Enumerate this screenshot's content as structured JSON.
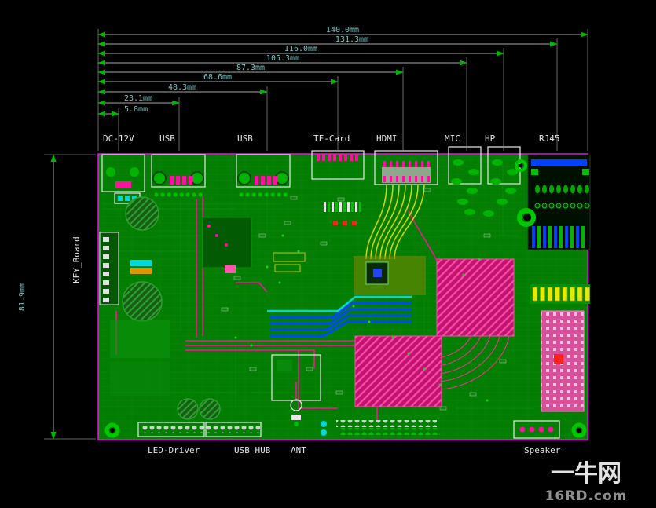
{
  "dimensions": {
    "top": [
      "140.0mm",
      "131.3mm",
      "116.0mm",
      "105.3mm",
      "87.3mm",
      "68.6mm",
      "48.3mm",
      "23.1mm",
      "5.8mm"
    ],
    "left": "81.9mm"
  },
  "connectors": {
    "top": [
      "DC-12V",
      "USB",
      "USB",
      "TF-Card",
      "HDMI",
      "MIC",
      "HP",
      "RJ45"
    ],
    "bottom": [
      "LED-Driver",
      "USB_HUB",
      "ANT",
      "Speaker"
    ],
    "left": "KEY_Board"
  },
  "watermark": {
    "brand": "一牛网",
    "site": "16RD.com"
  },
  "colors": {
    "background": "#000000",
    "board_green": "#037E03",
    "board_outline": "#FF00FF",
    "silkscreen": "#E8E8E8",
    "dimension_line": "#A8A8A8",
    "dimension_text": "#7FC4C4",
    "dimension_arrow": "#00B400",
    "copper_pink": "#C0156F",
    "pink_highlight": "#FF49AC",
    "trace_yellow": "#D8D800",
    "trace_blue": "#0048FF",
    "trace_cyan": "#00D8D8",
    "pad_green": "#00C000",
    "connector_blue": "#0040FF",
    "red_marker": "#FF2020"
  }
}
